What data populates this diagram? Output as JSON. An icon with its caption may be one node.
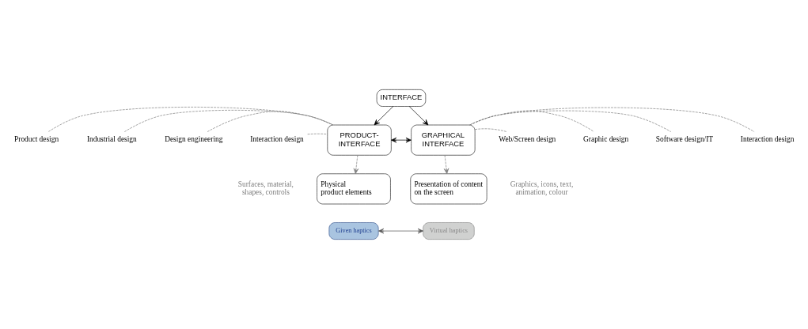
{
  "diagram": {
    "nodes": [
      {
        "text": [
          "INTERFACE"
        ]
      },
      {
        "text": [
          "PRODUCT- INTERFACE"
        ]
      },
      {
        "text": [
          "GRAPHICAL INTERFACE"
        ]
      },
      {
        "text": [
          "Physical product elements"
        ]
      },
      {
        "text": [
          "Presentation of content on the screen"
        ]
      },
      {
        "text": [
          "Given haptics"
        ]
      },
      {
        "text": [
          "Virtual haptics"
        ]
      },
      {
        "text": [
          "Product design"
        ]
      },
      {
        "text": [
          "Industrial design"
        ]
      },
      {
        "text": [
          "Design engineering"
        ]
      },
      {
        "text": [
          "Interaction design"
        ]
      },
      {
        "text": [
          "Web/Screen design"
        ]
      },
      {
        "text": [
          "Graphic design"
        ]
      },
      {
        "text": [
          "Software design/IT"
        ]
      },
      {
        "text": [
          "Interaction design"
        ]
      }
    ],
    "edges": [
      {
        "from": 0,
        "to": 1,
        "arrow": "to",
        "color": "#000000"
      },
      {
        "from": 0,
        "to": 2,
        "arrow": "to",
        "color": "#000000"
      },
      {
        "from": 1,
        "to": 2,
        "arrow": "both",
        "color": "#000000"
      },
      {
        "from": 1,
        "to": 3,
        "arrow": "to",
        "style": "dashed"
      },
      {
        "from": 2,
        "to": 4,
        "arrow": "to",
        "style": "dashed"
      },
      {
        "from": 5,
        "to": 6,
        "arrow": "both",
        "color": "#555555"
      },
      {
        "from": 7,
        "to": 1,
        "arrow": "none",
        "style": "dashed"
      },
      {
        "from": 8,
        "to": 1,
        "arrow": "none",
        "style": "dashed"
      },
      {
        "from": 9,
        "to": 1,
        "arrow": "none",
        "style": "dashed"
      },
      {
        "from": 10,
        "to": 1,
        "arrow": "none",
        "style": "dashed"
      },
      {
        "from": 2,
        "to": 11,
        "arrow": "none",
        "style": "dashed"
      },
      {
        "from": 2,
        "to": 12,
        "arrow": "none",
        "style": "dashed"
      },
      {
        "from": 2,
        "to": 13,
        "arrow": "none",
        "style": "dashed"
      },
      {
        "from": 2,
        "to": 14,
        "arrow": "none",
        "style": "dashed"
      }
    ],
    "labels": [
      "Surfaces, material, shapes, controls",
      "Graphics, icons, text, animation, colour"
    ]
  }
}
